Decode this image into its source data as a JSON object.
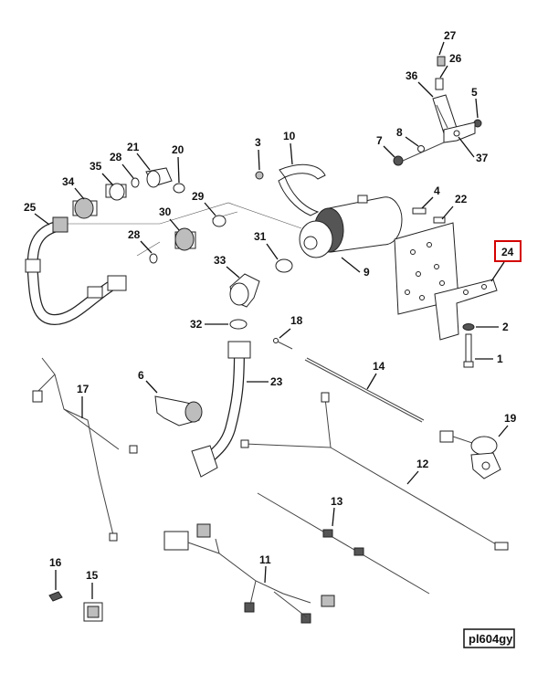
{
  "diagram": {
    "highlighted_callout": "24",
    "drawing_id": "pl604gy",
    "callouts": [
      {
        "id": "c27",
        "label": "27"
      },
      {
        "id": "c26",
        "label": "26"
      },
      {
        "id": "c36",
        "label": "36"
      },
      {
        "id": "c5",
        "label": "5"
      },
      {
        "id": "c8",
        "label": "8"
      },
      {
        "id": "c7",
        "label": "7"
      },
      {
        "id": "c37",
        "label": "37"
      },
      {
        "id": "c3",
        "label": "3"
      },
      {
        "id": "c10",
        "label": "10"
      },
      {
        "id": "c21",
        "label": "21"
      },
      {
        "id": "c20",
        "label": "20"
      },
      {
        "id": "c28a",
        "label": "28"
      },
      {
        "id": "c35",
        "label": "35"
      },
      {
        "id": "c34",
        "label": "34"
      },
      {
        "id": "c4",
        "label": "4"
      },
      {
        "id": "c22",
        "label": "22"
      },
      {
        "id": "c29",
        "label": "29"
      },
      {
        "id": "c25",
        "label": "25"
      },
      {
        "id": "c30",
        "label": "30"
      },
      {
        "id": "c28b",
        "label": "28"
      },
      {
        "id": "c31",
        "label": "31"
      },
      {
        "id": "c9",
        "label": "9"
      },
      {
        "id": "c24",
        "label": "24"
      },
      {
        "id": "c33",
        "label": "33"
      },
      {
        "id": "c2",
        "label": "2"
      },
      {
        "id": "c32",
        "label": "32"
      },
      {
        "id": "c18",
        "label": "18"
      },
      {
        "id": "c1",
        "label": "1"
      },
      {
        "id": "c14",
        "label": "14"
      },
      {
        "id": "c6",
        "label": "6"
      },
      {
        "id": "c23",
        "label": "23"
      },
      {
        "id": "c17",
        "label": "17"
      },
      {
        "id": "c19",
        "label": "19"
      },
      {
        "id": "c12",
        "label": "12"
      },
      {
        "id": "c13",
        "label": "13"
      },
      {
        "id": "c11",
        "label": "11"
      },
      {
        "id": "c16",
        "label": "16"
      },
      {
        "id": "c15",
        "label": "15"
      }
    ]
  }
}
